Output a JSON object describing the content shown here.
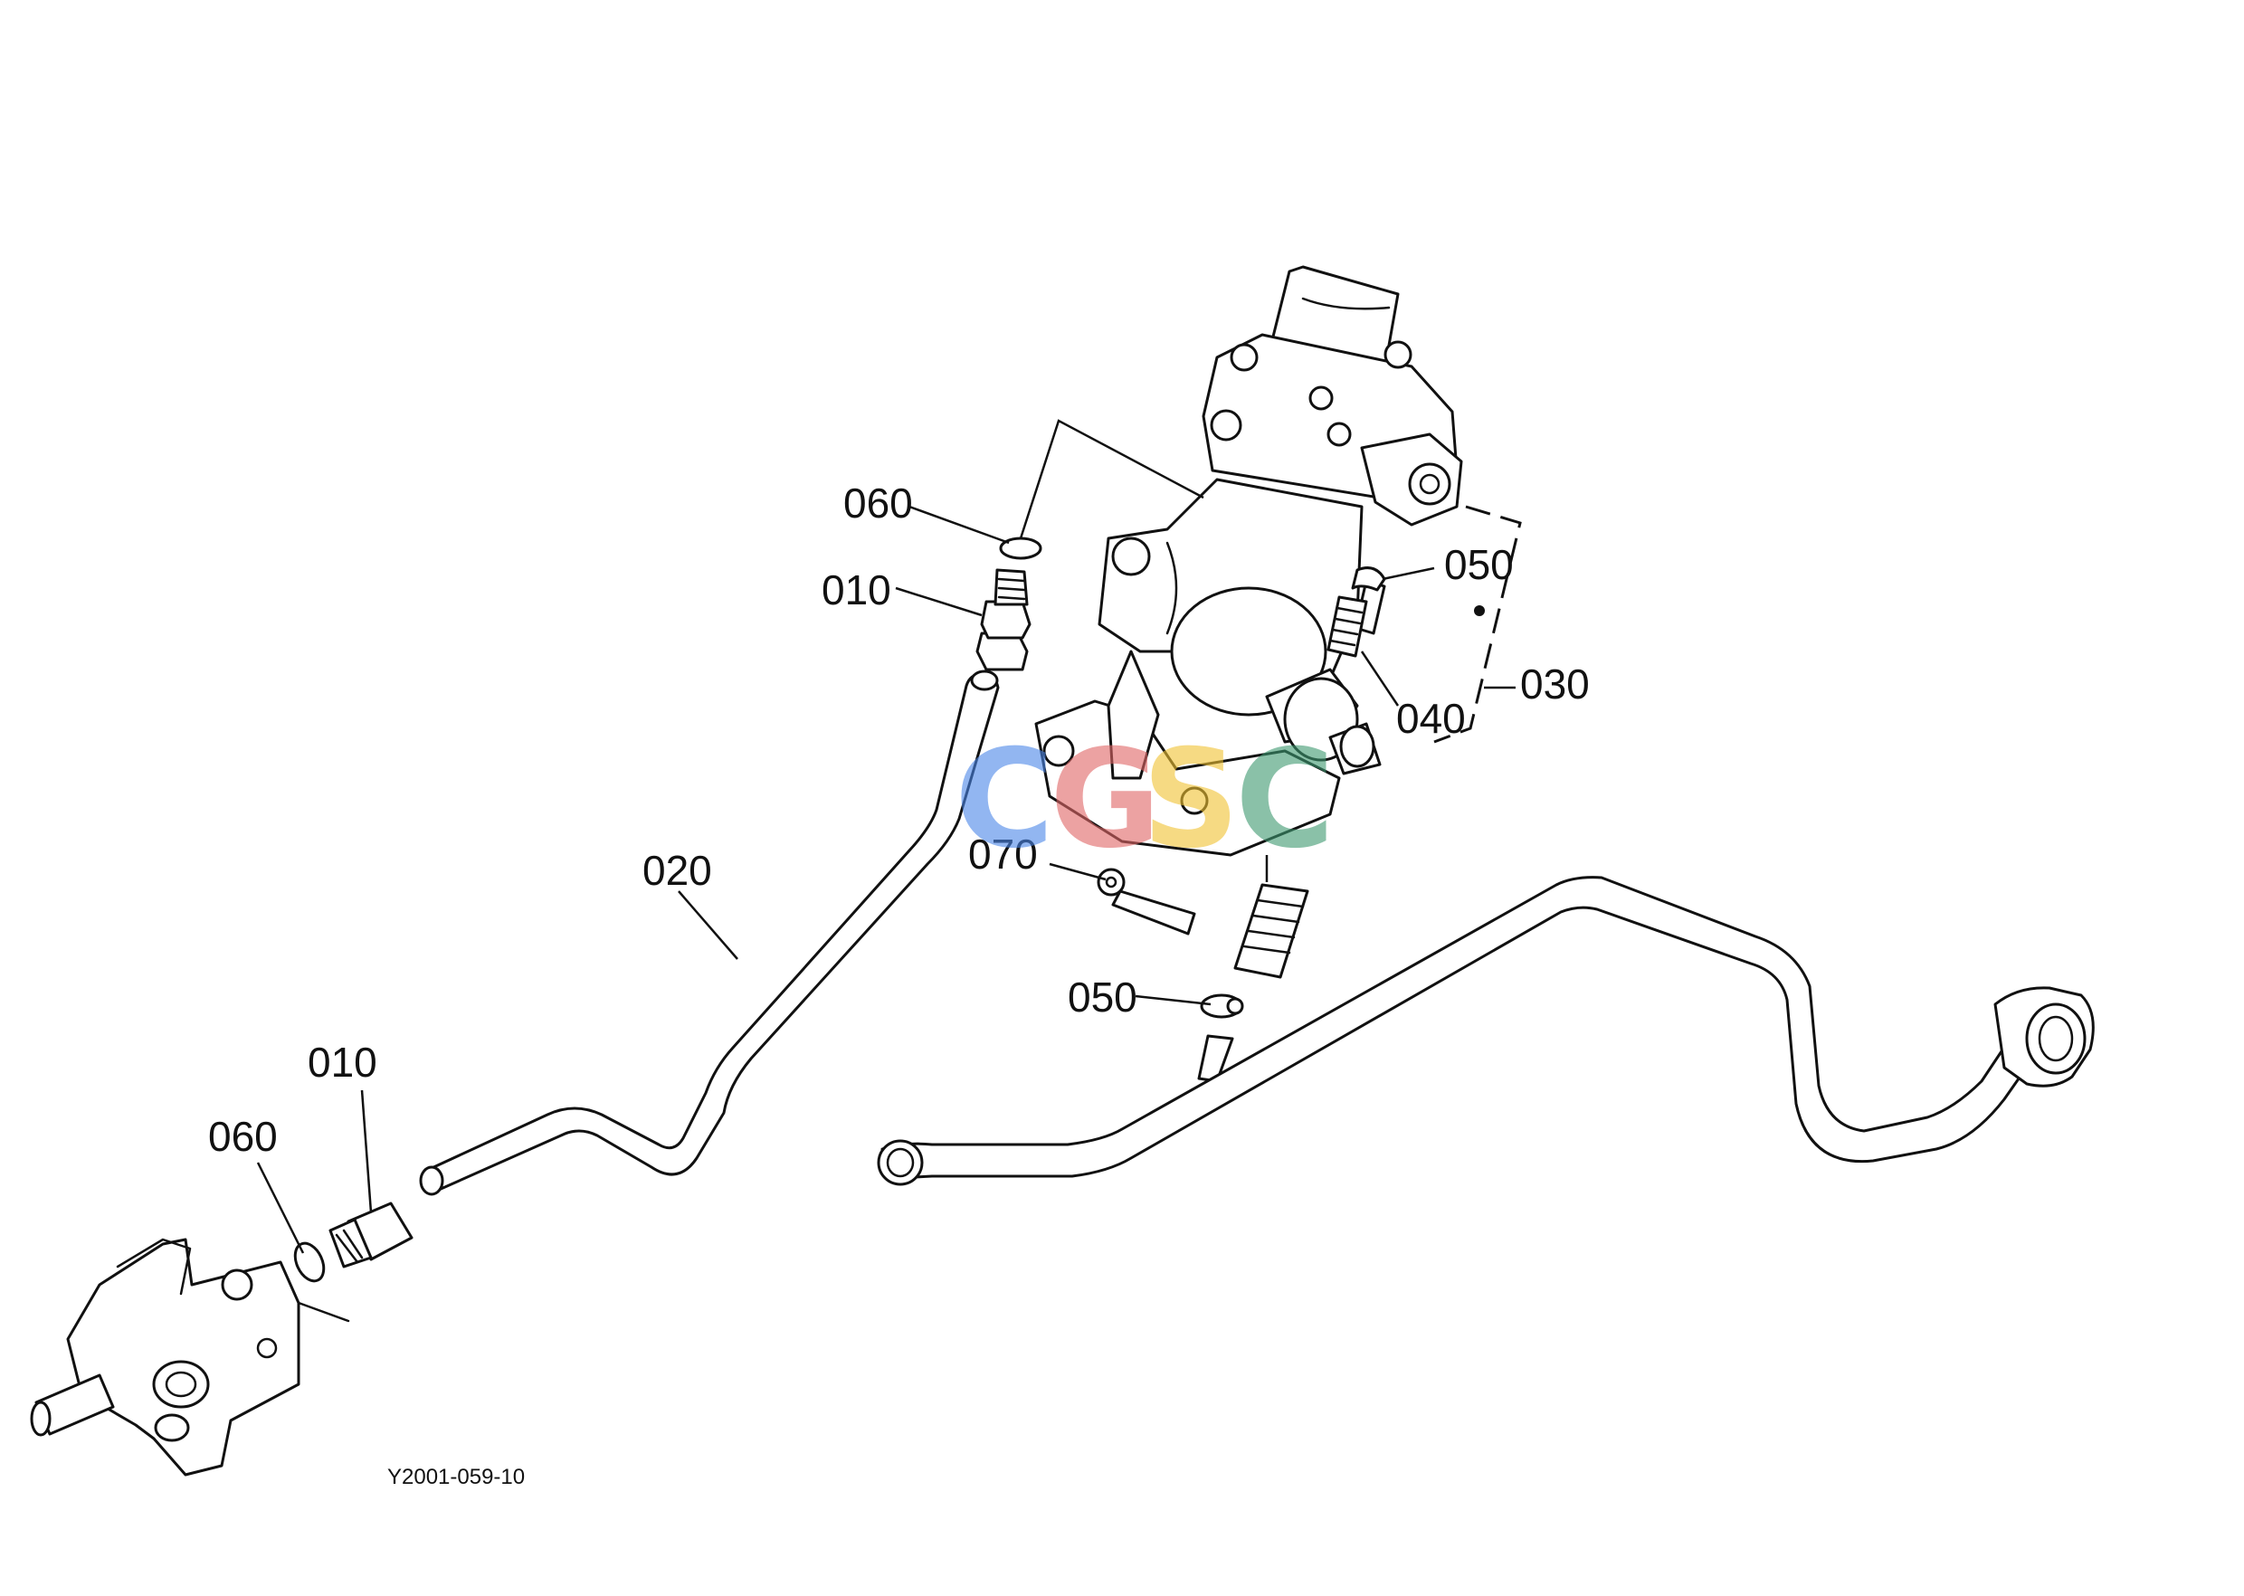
{
  "drawing": {
    "drawing_code": "Y2001-059-10"
  },
  "callouts": [
    {
      "id": "c-060-top",
      "label": "060"
    },
    {
      "id": "c-010-top",
      "label": "010"
    },
    {
      "id": "c-050-top",
      "label": "050"
    },
    {
      "id": "c-040",
      "label": "040"
    },
    {
      "id": "c-030",
      "label": "030"
    },
    {
      "id": "c-020",
      "label": "020"
    },
    {
      "id": "c-070",
      "label": "070"
    },
    {
      "id": "c-050-bottom",
      "label": "050"
    },
    {
      "id": "c-010-bottom",
      "label": "010"
    },
    {
      "id": "c-060-bottom",
      "label": "060"
    }
  ],
  "watermark": {
    "letters": [
      "C",
      "G",
      "S",
      "C"
    ],
    "colors": [
      "#4a86e8",
      "#e06666",
      "#f1c232",
      "#3d9970"
    ]
  }
}
